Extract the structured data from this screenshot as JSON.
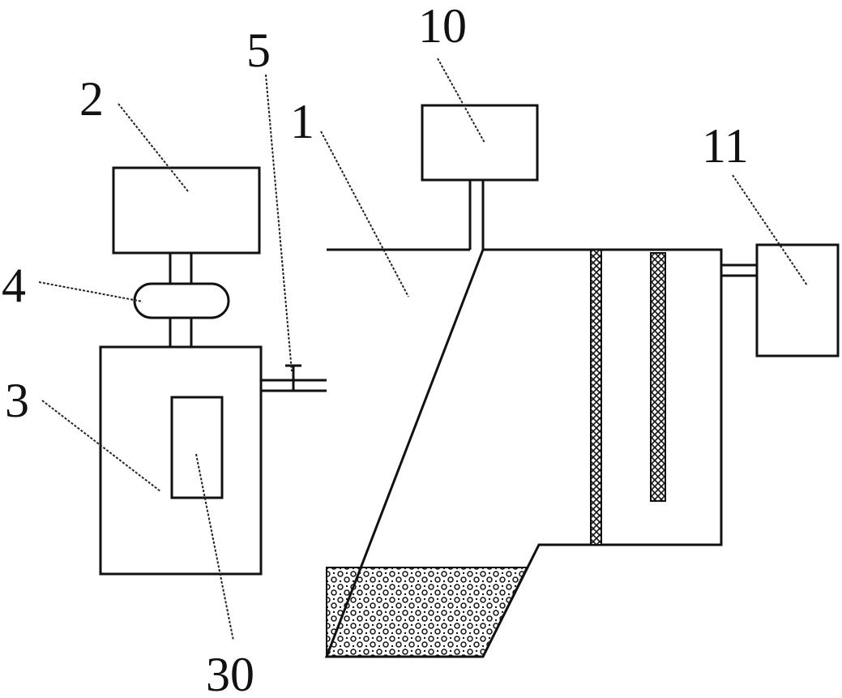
{
  "diagram": {
    "labels": {
      "chamber": "1",
      "top_left_box": "2",
      "left_vessel": "3",
      "coupler": "4",
      "valve": "5",
      "top_box": "10",
      "right_box": "11",
      "inner_element": "30"
    }
  }
}
